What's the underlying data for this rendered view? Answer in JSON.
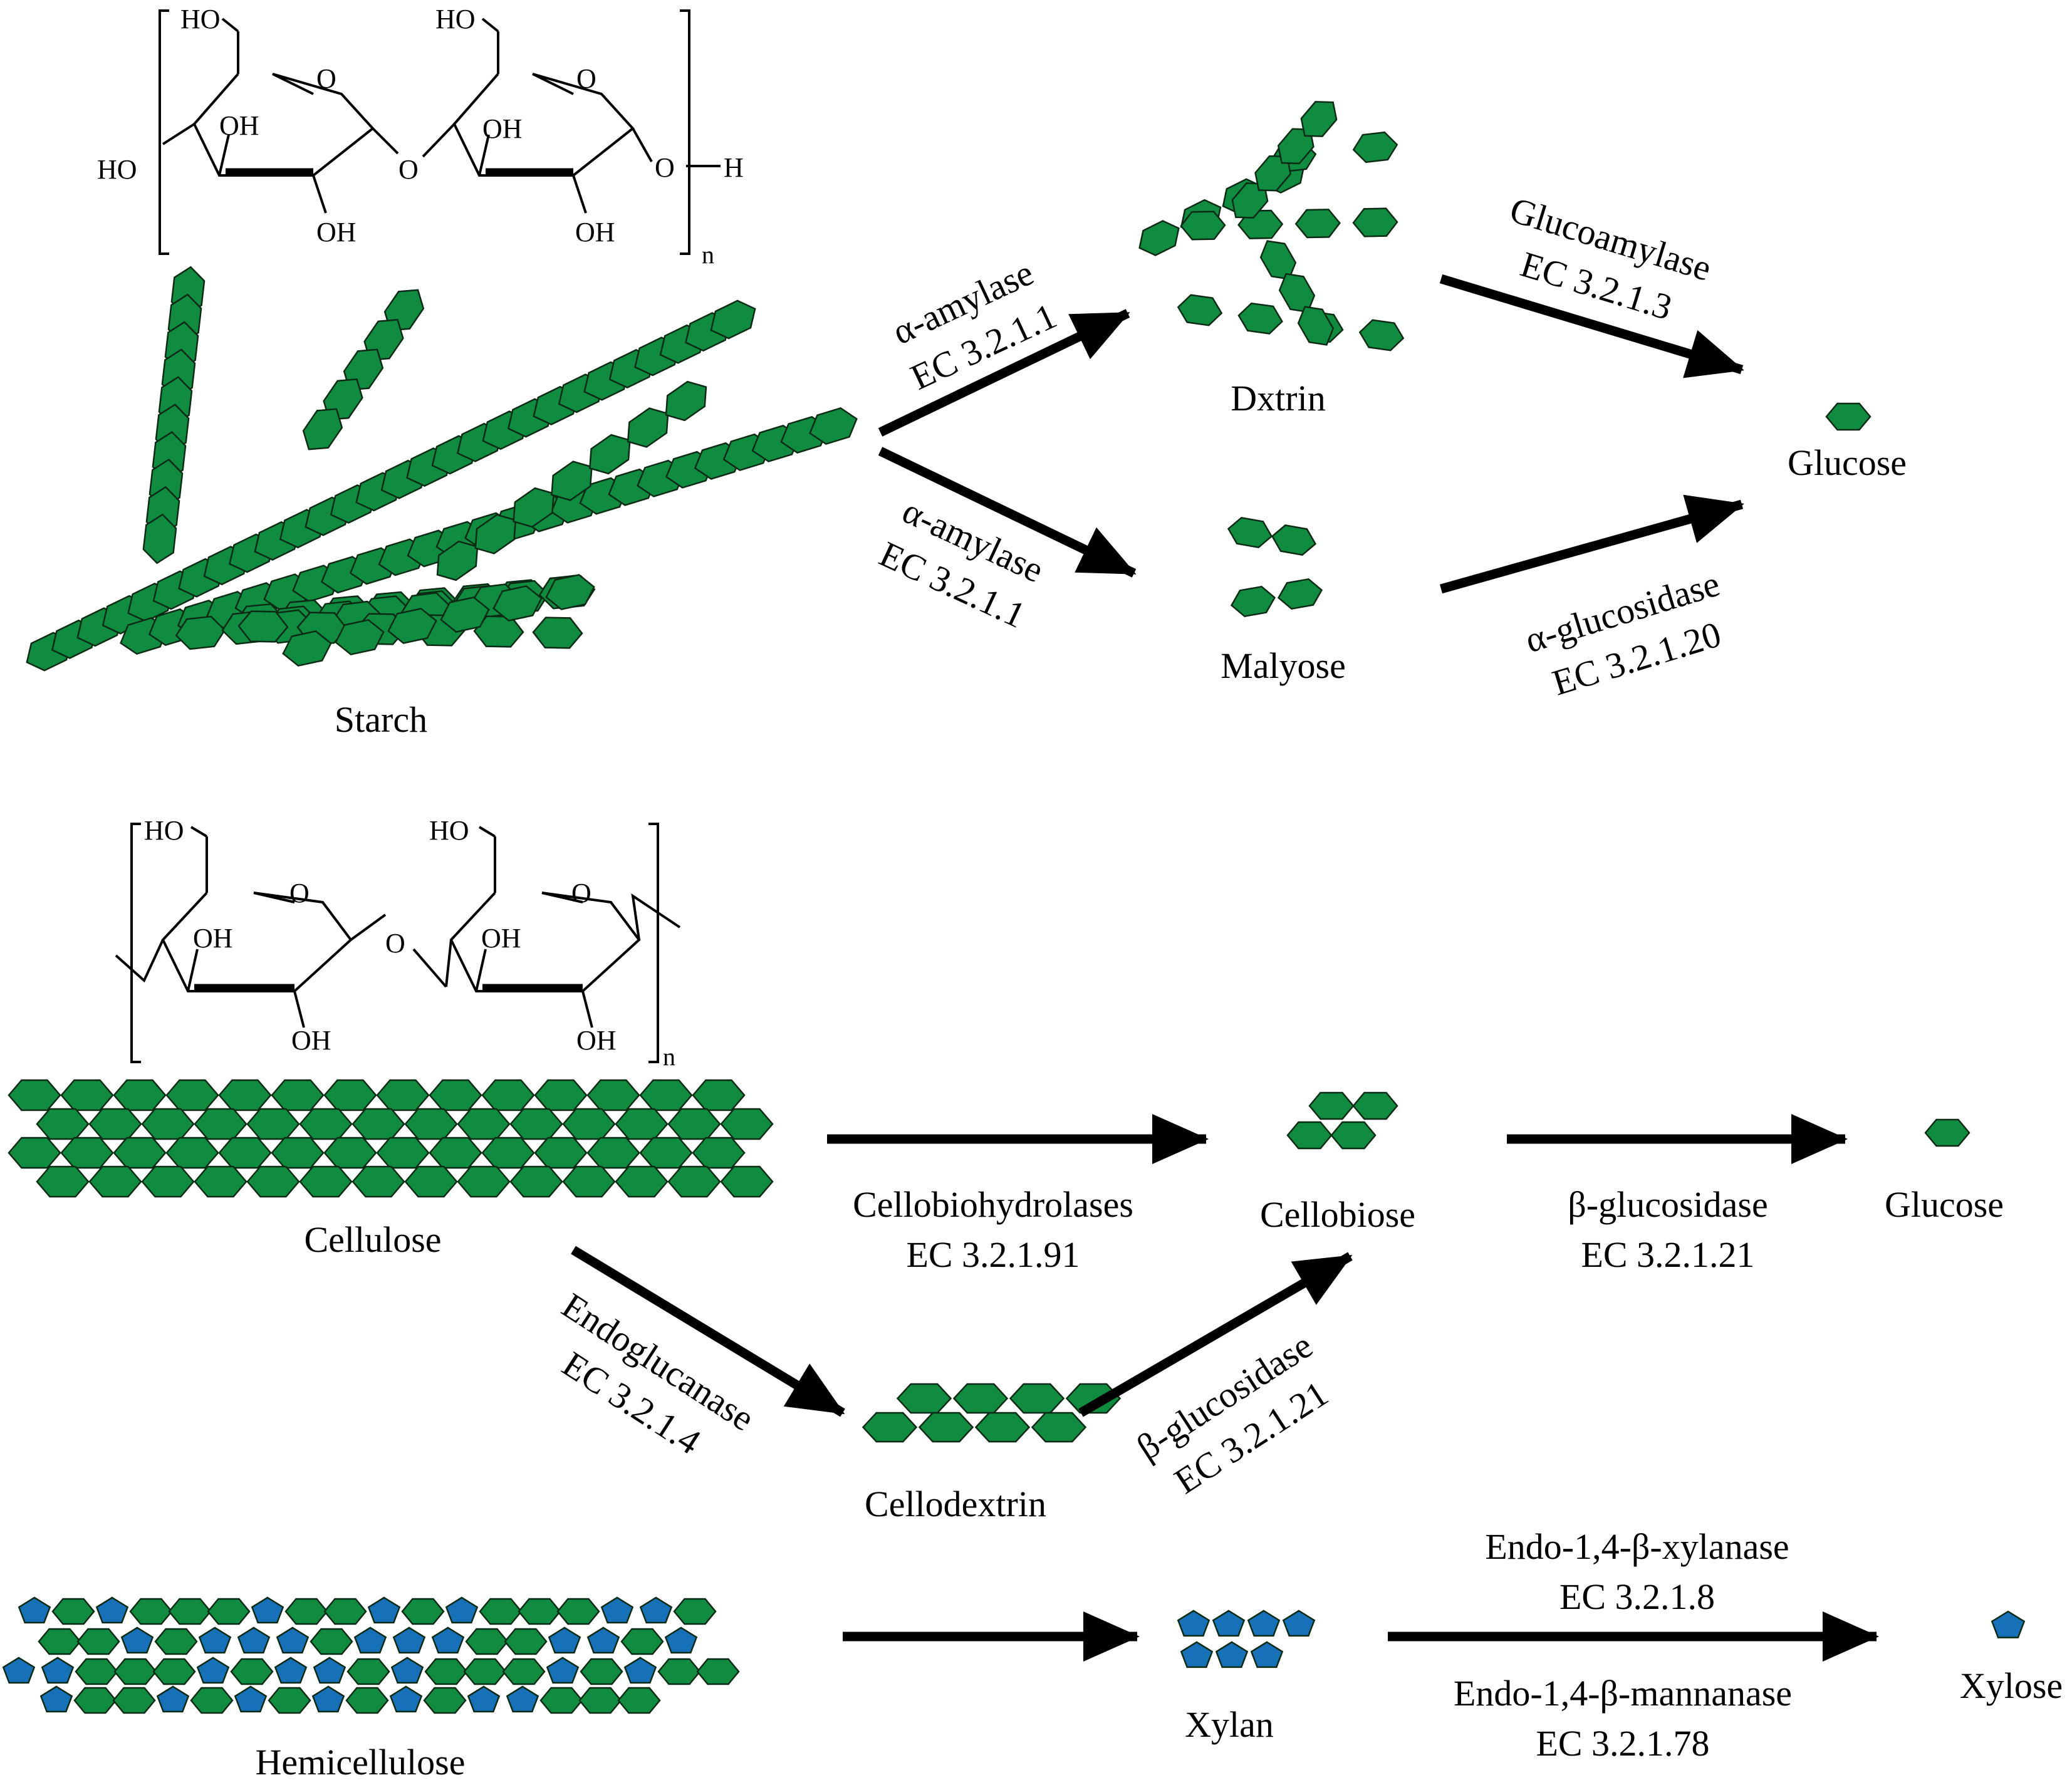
{
  "colors": {
    "glucose_unit": "#0f8c3f",
    "xylose_unit": "#1671b8",
    "outline": "#0a2a14",
    "arrow": "#000000"
  },
  "starch": {
    "label": "Starch",
    "structure": {
      "ho_top_left": "HO",
      "ho_top_right": "HO",
      "ho_left": "HO",
      "oh_a": "OH",
      "oh_b": "OH",
      "oh_c": "OH",
      "oh_d": "OH",
      "ring_o_a": "O",
      "ring_o_b": "O",
      "bridge_o": "O",
      "end_o": "O",
      "end_h": "H",
      "n": "n"
    },
    "to_dextrin": {
      "enzyme": "α-amylase",
      "ec": "EC 3.2.1.1"
    },
    "to_maltose": {
      "enzyme": "α-amylase",
      "ec": "EC 3.2.1.1"
    },
    "dextrin_label": "Dxtrin",
    "maltose_label": "Malyose",
    "dextrin_to_glucose": {
      "enzyme": "Glucoamylase",
      "ec": "EC 3.2.1.3"
    },
    "maltose_to_glucose": {
      "enzyme": "α-glucosidase",
      "ec": "EC 3.2.1.20"
    },
    "glucose_label": "Glucose"
  },
  "cellulose": {
    "label": "Cellulose",
    "structure": {
      "ho_a": "HO",
      "ho_b": "HO",
      "oh_a": "OH",
      "oh_b": "OH",
      "oh_c": "OH",
      "oh_d": "OH",
      "ring_o_a": "O",
      "ring_o_b": "O",
      "bridge_o": "O",
      "n": "n"
    },
    "to_cellobiose": {
      "enzyme": "Cellobiohydrolases",
      "ec": "EC 3.2.1.91"
    },
    "cellobiose_label": "Cellobiose",
    "cellobiose_to_glucose": {
      "enzyme": "β-glucosidase",
      "ec": "EC 3.2.1.21"
    },
    "glucose_label": "Glucose",
    "to_cellodextrin": {
      "enzyme": "Endoglucanase",
      "ec": "EC 3.2.1.4"
    },
    "cellodextrin_label": "Cellodextrin",
    "cellodextrin_to_cellobiose": {
      "enzyme": "β-glucosidase",
      "ec": "EC 3.2.1.21"
    }
  },
  "hemicellulose": {
    "label": "Hemicellulose",
    "xylan_label": "Xylan",
    "xylanase": {
      "enzyme": "Endo-1,4-β-xylanase",
      "ec": "EC 3.2.1.8"
    },
    "mannanase": {
      "enzyme": "Endo-1,4-β-mannanase",
      "ec": "EC 3.2.1.78"
    },
    "xylose_label": "Xylose"
  }
}
